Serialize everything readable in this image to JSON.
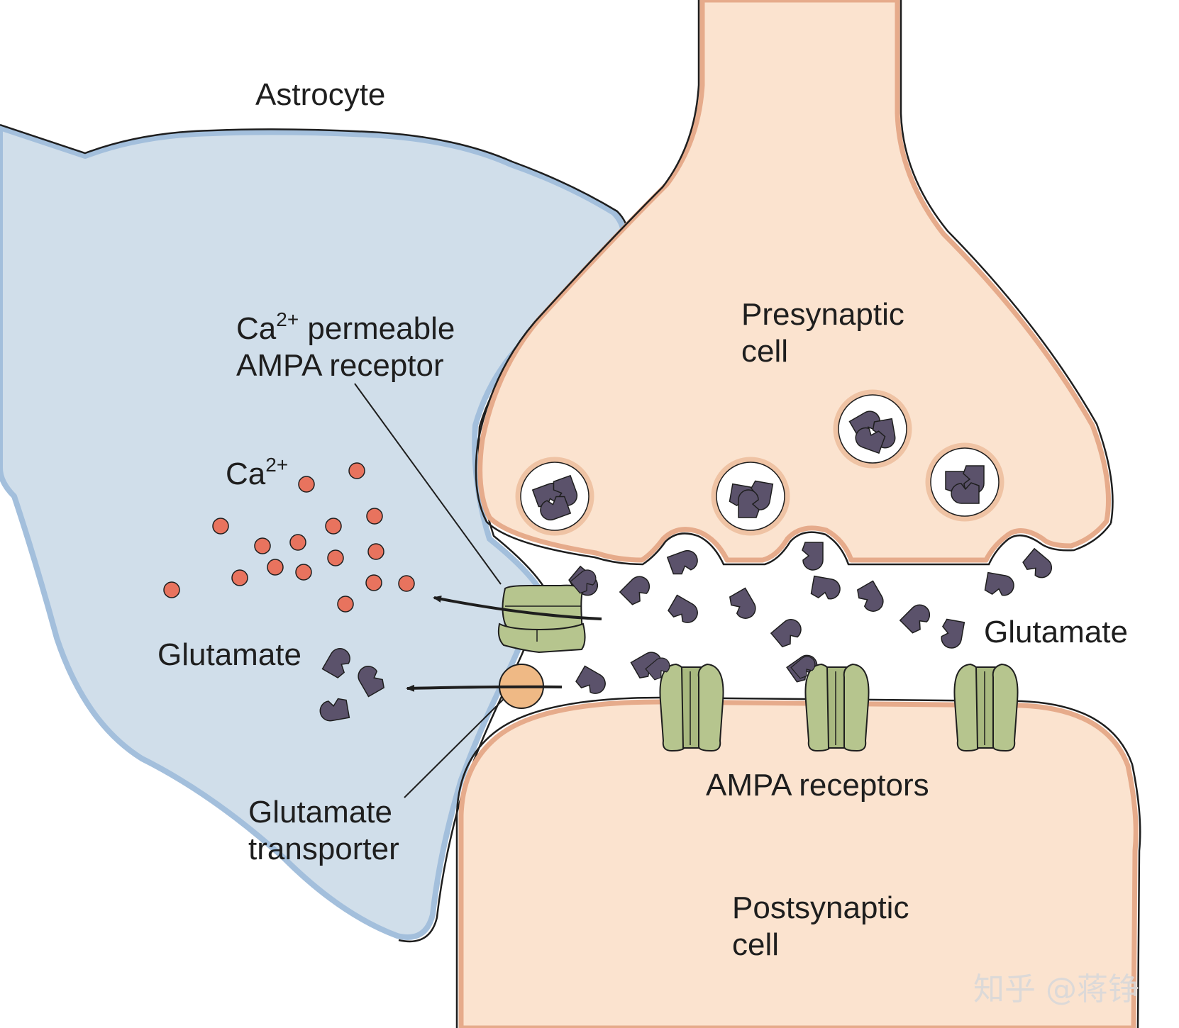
{
  "colors": {
    "astrocyte_fill": "#d0deea",
    "astrocyte_edge": "#a3bfdc",
    "neuron_fill": "#fbe3cf",
    "neuron_edge": "#e6ab8b",
    "receptor_fill": "#b6c58e",
    "glutamate_fill": "#5b526b",
    "calcium_fill": "#e8735e",
    "transporter_fill": "#efb985",
    "outline": "#1e1e1e"
  },
  "labels": {
    "astrocyte": "Astrocyte",
    "presynaptic_line1": "Presynaptic",
    "presynaptic_line2": "cell",
    "postsynaptic_line1": "Postsynaptic",
    "postsynaptic_line2": "cell",
    "ca_permeable_prefix": "Ca",
    "ca_permeable_sup": "2+",
    "ca_permeable_suffix": " permeable",
    "ca_permeable_line2": "AMPA receptor",
    "calcium_ion": "Ca",
    "calcium_ion_sup": "2+",
    "glutamate_astrocyte": "Glutamate",
    "glutamate_cleft": "Glutamate",
    "glutamate_transporter_line1": "Glutamate",
    "glutamate_transporter_line2": "transporter",
    "ampa_receptors": "AMPA receptors"
  },
  "watermark": "知乎 @蒋铮"
}
